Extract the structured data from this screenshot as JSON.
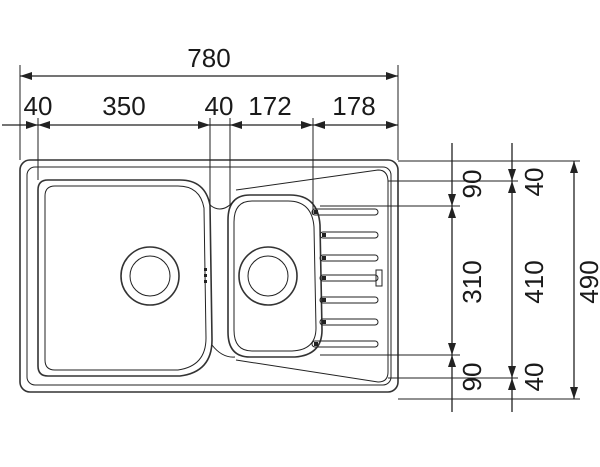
{
  "dimensions": {
    "overall_width": "780",
    "left_margin": "40",
    "main_bowl_width": "350",
    "divider_width": "40",
    "small_bowl_width": "172",
    "drainer_width": "178",
    "right_top_margin": "40",
    "right_bottom_margin": "40",
    "drainer_top": "90",
    "drainer_middle": "310",
    "drainer_bottom": "90",
    "inner_depth": "410",
    "overall_depth": "490"
  }
}
